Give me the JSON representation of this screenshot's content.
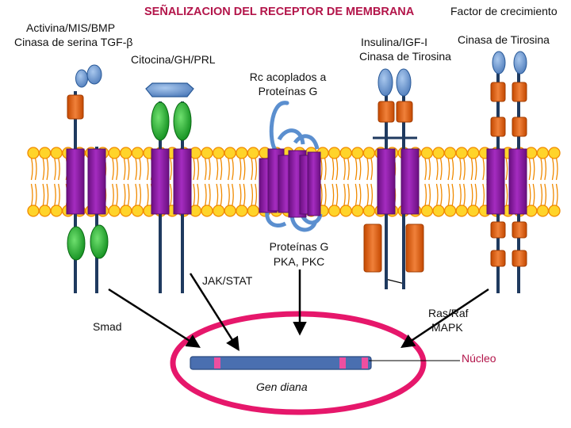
{
  "title": "SEÑALIZACION DEL RECEPTOR DE MEMBRANA",
  "labels": {
    "activina": "Activina/MIS/BMP",
    "cinasa_serina": "Cinasa de serina TGF-β",
    "citocina": "Citocina/GH/PRL",
    "rc_acoplados_1": "Rc acoplados a",
    "rc_acoplados_2": "Proteínas G",
    "factor_crecimiento": "Factor de crecimiento",
    "cinasa_tirosina_right": "Cinasa de Tirosina",
    "insulina": "Insulina/IGF-I",
    "cinasa_tirosina_mid": "Cinasa de Tirosina",
    "proteinas_g": "Proteínas G",
    "pka_pkc": "PKA, PKC",
    "jak_stat": "JAK/STAT",
    "ras_raf": "Ras/Raf",
    "mapk": "MAPK",
    "smad": "Smad",
    "nucleo": "Núcleo",
    "gen_diana": "Gen diana"
  },
  "colors": {
    "title": "#b3154a",
    "lipid_head": "#ffd42a",
    "lipid_outline": "#f08a00",
    "tm_purple": "#8a1aa0",
    "orange_domain": "#e8661a",
    "blue_ligand": "#6a9ad4",
    "green_domain": "#1fb02a",
    "nucleus_ring": "#e6176b",
    "gene_bar": "#4a6fb0",
    "gene_marker": "#ee4fa0",
    "stalk": "#1f3a5f"
  }
}
